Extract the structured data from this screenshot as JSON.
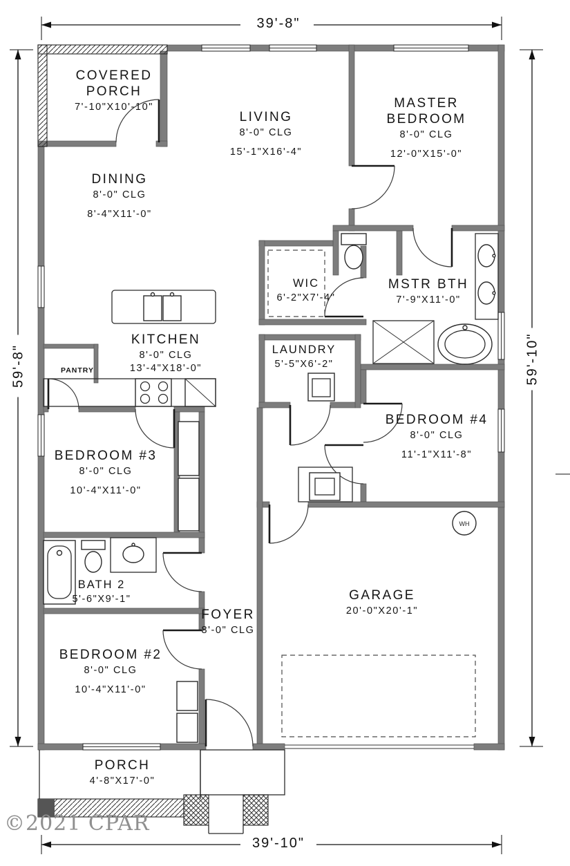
{
  "plan": {
    "watermark": "©2021 CPAR",
    "dimensions": {
      "top": "39'-8\"",
      "bottom": "39'-10\"",
      "left": "59'-8\"",
      "right": "59'-10\""
    },
    "rooms": {
      "covered_porch": {
        "name": "COVERED PORCH",
        "size": "7'-10\"X10'-10\""
      },
      "living": {
        "name": "LIVING",
        "ceiling": "8'-0\" CLG",
        "size": "15'-1\"X16'-4\""
      },
      "master": {
        "name": "MASTER BEDROOM",
        "ceiling": "8'-0\" CLG",
        "size": "12'-0\"X15'-0\""
      },
      "dining": {
        "name": "DINING",
        "ceiling": "8'-0\" CLG",
        "size": "8'-4\"X11'-0\""
      },
      "wic": {
        "name": "WIC",
        "size": "6'-2\"X7'-4\""
      },
      "mstr_bth": {
        "name": "MSTR BTH",
        "size": "7'-9\"X11'-0\""
      },
      "kitchen": {
        "name": "KITCHEN",
        "ceiling": "8'-0\" CLG",
        "size": "13'-4\"X18'-0\""
      },
      "laundry": {
        "name": "LAUNDRY",
        "size": "5'-5\"X6'-2\""
      },
      "pantry": {
        "name": "PANTRY"
      },
      "bedroom4": {
        "name": "BEDROOM #4",
        "ceiling": "8'-0\" CLG",
        "size": "11'-1\"X11'-8\""
      },
      "bedroom3": {
        "name": "BEDROOM #3",
        "ceiling": "8'-0\" CLG",
        "size": "10'-4\"X11'-0\""
      },
      "bath2": {
        "name": "BATH 2",
        "size": "5'-6\"X9'-1\""
      },
      "foyer": {
        "name": "FOYER",
        "ceiling": "8'-0\" CLG"
      },
      "garage": {
        "name": "GARAGE",
        "size": "20'-0\"X20'-1\""
      },
      "bedroom2": {
        "name": "BEDROOM #2",
        "ceiling": "8'-0\" CLG",
        "size": "10'-4\"X11'-0\""
      },
      "porch": {
        "name": "PORCH",
        "size": "4'-8\"X17'-0\""
      }
    },
    "labels": {
      "wh": "WH"
    },
    "colors": {
      "wall": "#7d7d7d",
      "line": "#1a1a1a",
      "watermark": "#8f8f8f"
    }
  }
}
